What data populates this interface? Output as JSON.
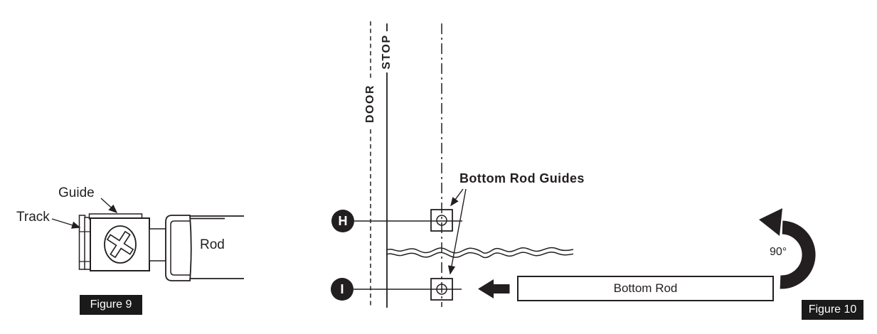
{
  "colors": {
    "ink": "#231f20",
    "caption_box_bg": "#1a1a1a",
    "caption_box_text": "#ffffff"
  },
  "figure9": {
    "caption": "Figure 9",
    "labels": {
      "guide": "Guide",
      "track": "Track",
      "rod": "Rod"
    }
  },
  "figure10": {
    "caption": "Figure 10",
    "door_line_label": "DOOR",
    "stop_line_label": "STOP",
    "guides_label": "Bottom Rod Guides",
    "marker_h": "H",
    "marker_i": "I",
    "bottom_rod_label": "Bottom Rod",
    "rotation_label": "90°"
  }
}
